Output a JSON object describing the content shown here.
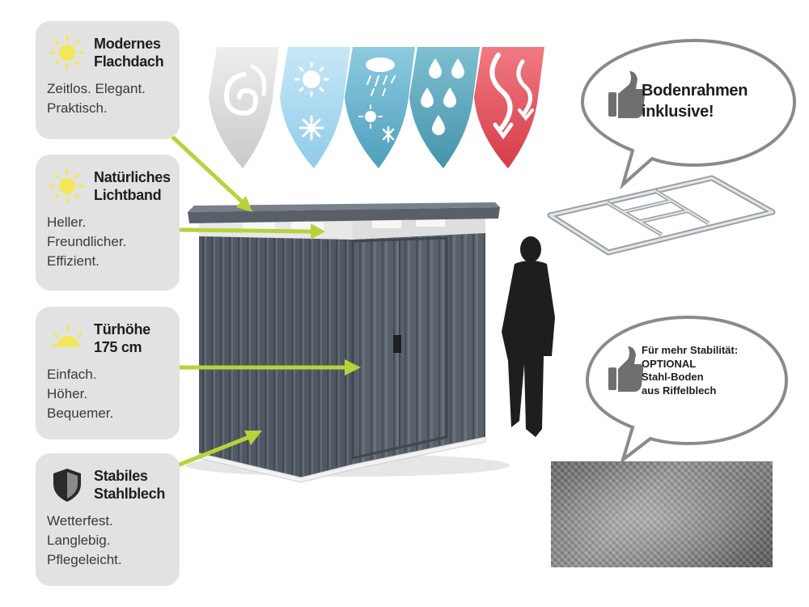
{
  "features": [
    {
      "title_lines": [
        "Modernes",
        "Flachdach"
      ],
      "text_lines": [
        "Zeitlos. Elegant.",
        "Praktisch."
      ],
      "icon": "sun-icon"
    },
    {
      "title_lines": [
        "Natürliches",
        "Lichtband"
      ],
      "text_lines": [
        "Heller.",
        "Freundlicher.",
        "Effizient."
      ],
      "icon": "sun-icon"
    },
    {
      "title_lines": [
        "Türhöhe",
        "175 cm"
      ],
      "text_lines": [
        "Einfach.",
        "Höher.",
        "Bequemer."
      ],
      "icon": "half-sun-icon"
    },
    {
      "title_lines": [
        "Stabiles",
        "Stahlblech"
      ],
      "text_lines": [
        "Wetterfest.",
        "Langlebig.",
        "Pflegeleicht."
      ],
      "icon": "shield-icon"
    }
  ],
  "weather_icons": [
    "wind-swirl-icon",
    "sun-snowflake-icon",
    "cloud-rain-sun-icon",
    "raindrops-icon",
    "heat-arrows-icon"
  ],
  "bubbles": [
    {
      "lines": [
        "Bodenrahmen",
        "inklusive!"
      ],
      "icon": "thumbs-up-icon"
    },
    {
      "lines": [
        "Für mehr Stabilität:",
        "OPTIONAL",
        "Stahl-Boden",
        "aus Riffelblech"
      ],
      "icon": "thumbs-up-icon"
    }
  ],
  "colors": {
    "card_bg": "#e2e2e2",
    "sun_yellow": "#f3e75a",
    "arrow_green": "#b8d23c",
    "shed_gray": "#555c66",
    "banner_gray": "#d6d6d6",
    "banner_light_blue": "#a9d8ef",
    "banner_blue": "#6fb6cf",
    "banner_teal": "#5aa3b8",
    "banner_red": "#e0505a"
  }
}
